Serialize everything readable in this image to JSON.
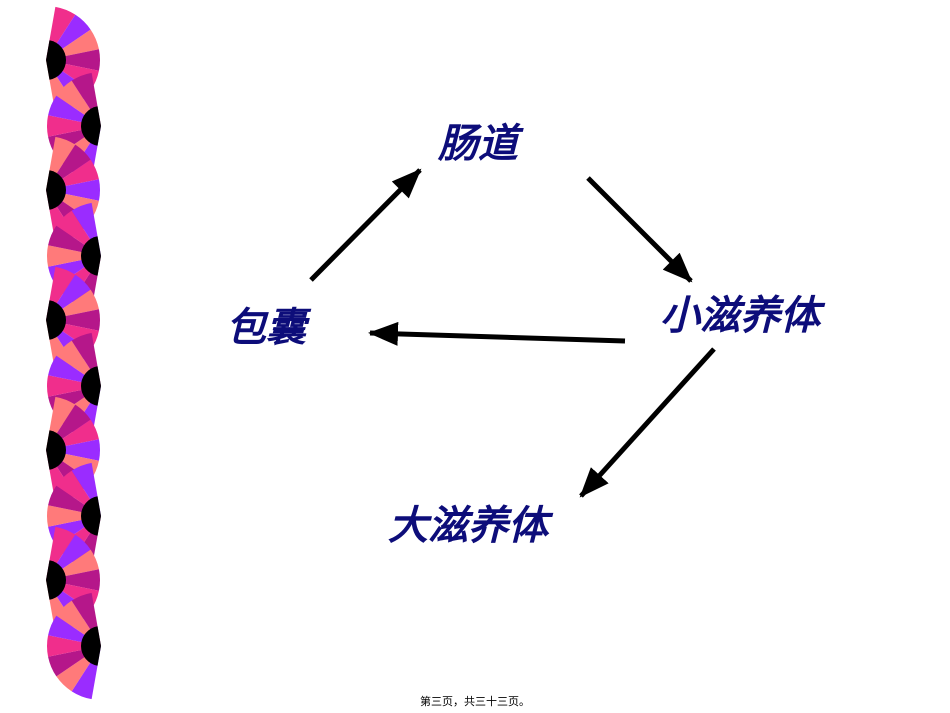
{
  "nodes": {
    "intestine": "肠道",
    "cyst": "包囊",
    "small_trophozoite": "小滋养体",
    "large_trophozoite": "大滋养体"
  },
  "footer": "第三页，共三十三页。",
  "colors": {
    "text": "#0d0d7a",
    "arrow": "#000000",
    "fan_pink": "#f02e8c",
    "fan_purple": "#9a2cff",
    "fan_salmon": "#ff7a7a",
    "fan_plum": "#b5178a",
    "fan_handle": "#000000"
  }
}
